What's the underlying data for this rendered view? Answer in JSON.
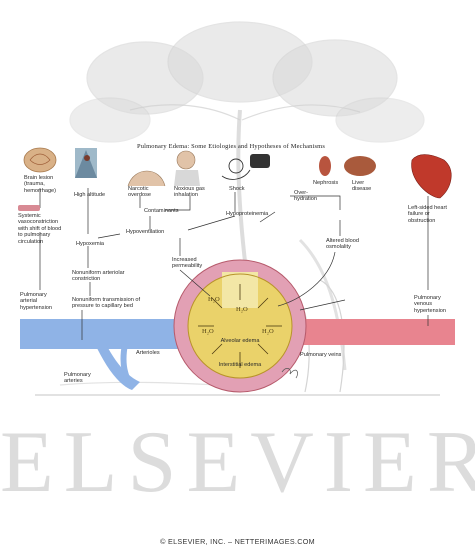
{
  "publisher": {
    "watermark": "ELSEVIER",
    "footer": "© ELSEVIER, INC. – NETTERIMAGES.COM"
  },
  "diagram": {
    "title": "Pulmonary Edema: Some Etiologies and Hypotheses of Mechanisms",
    "etiologies": {
      "brain_lesion": "Brain lesion\n(trauma,\nhemorrhage)",
      "high_altitude": "High altitude",
      "narcotic": "Narcotic\noverdose",
      "noxious_gas": "Noxious gas\ninhalation",
      "shock": "Shock",
      "nephrosis": "Nephrosis",
      "liver_disease": "Liver\ndisease",
      "left_heart": "Left-sided heart\nfailure or\nobstruction"
    },
    "mechanisms": {
      "systemic_vasoconstriction": "Systemic\nvasoconstriction\nwith shift of blood\nto pulmonary\ncirculation",
      "contaminants": "Contaminants",
      "hypoventilation": "Hypoventilation",
      "hypoxemia": "Hypoxemia",
      "overhydration": "Over-\nhydration",
      "hypoproteinemia": "Hypoproteinemia",
      "altered_permeability": "Altered blood\nosmolality",
      "increased_permeability": "Increased\npermeability",
      "nonuniform_constriction": "Nonuniform arteriolar\nconstriction",
      "pulmonary_arterial_htn": "Pulmonary\narterial\nhypertension",
      "nonuniform_transmission": "Nonuniform transmission of\npressure to capillary bed",
      "pulmonary_venous_htn": "Pulmonary\nvenous\nhypertension"
    },
    "anatomy": {
      "arterioles": "Arterioles",
      "pulmonary_arteries": "Pulmonary\narteries",
      "pulmonary_veins": "Pulmonary veins",
      "interstitial_edema": "Interstitial edema",
      "alveolar_edema": "Alveolar edema",
      "water_label": "H₂O"
    }
  },
  "colors": {
    "artery": "#8fb3e6",
    "vein": "#e8848f",
    "capillary_ring": "#e2a0b4",
    "alveolus": "#ead26a",
    "tree": "#d2d2d2"
  }
}
